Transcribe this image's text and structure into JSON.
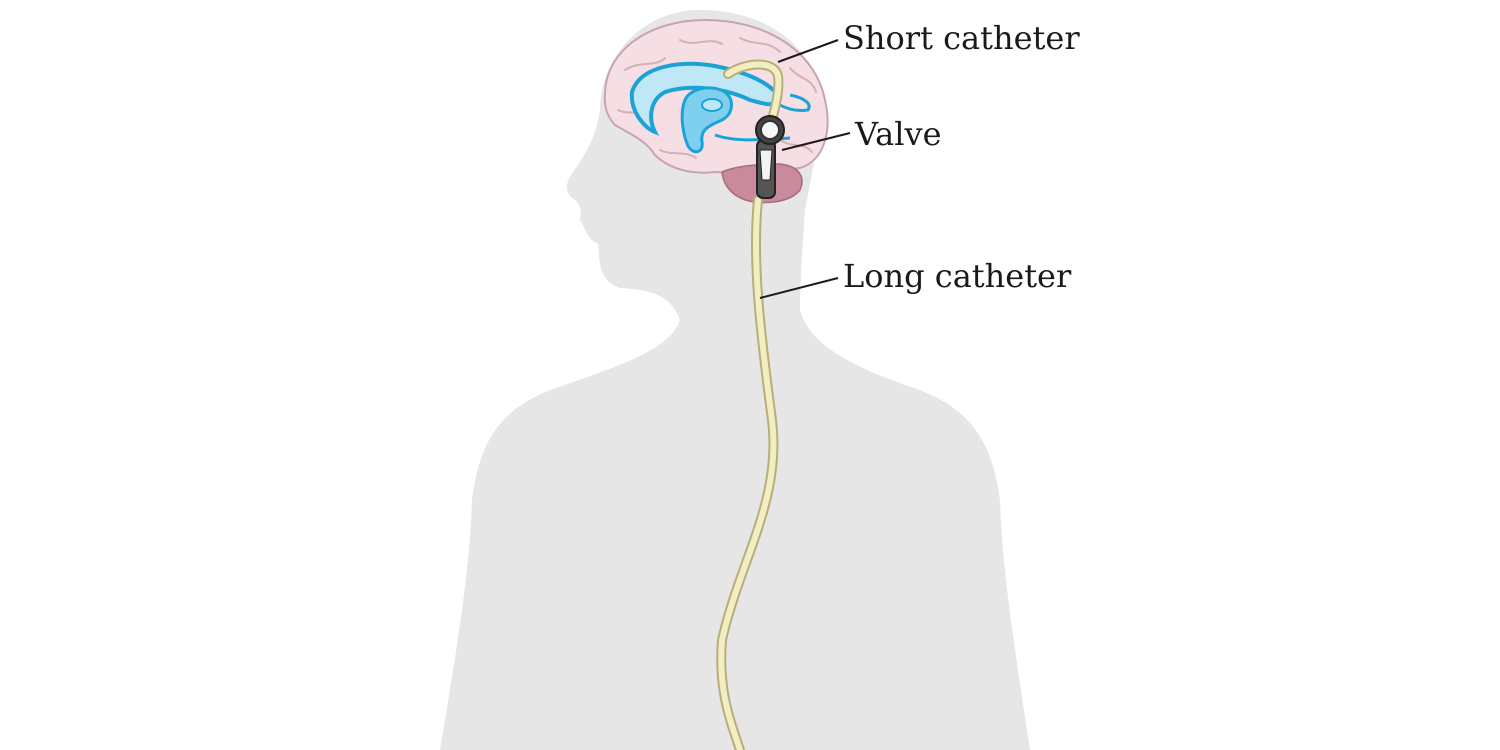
{
  "labels": {
    "short_catheter": "Short catheter",
    "valve": "Valve",
    "long_catheter": "Long catheter"
  },
  "colors": {
    "background": "#ffffff",
    "silhouette": "#e6e6e6",
    "brain": "#f5dfe4",
    "brain_outline": "#c9a3ad",
    "ventricles": "#7fd0ee",
    "ventricle_outline": "#1ba3d6",
    "cerebellum": "#c98a9b",
    "catheter": "#f3edc4",
    "catheter_outline": "#b8ae7a",
    "leader_lines": "#1a1a1a"
  }
}
